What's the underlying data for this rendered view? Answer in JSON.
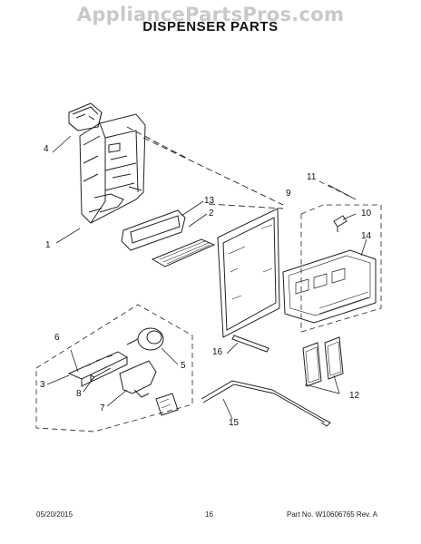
{
  "watermark": "AppliancePartsPros.com",
  "title": "DISPENSER PARTS",
  "callouts": {
    "c1": "1",
    "c2": "2",
    "c3": "3",
    "c4": "4",
    "c5": "5",
    "c6": "6",
    "c7": "7",
    "c8": "8",
    "c9": "9",
    "c10": "10",
    "c11": "11",
    "c12": "12",
    "c13": "13",
    "c14": "14",
    "c15": "15",
    "c16": "16"
  },
  "footer": {
    "date": "05/20/2015",
    "page": "16",
    "part_no": "Part No. W10606765  Rev. A"
  }
}
